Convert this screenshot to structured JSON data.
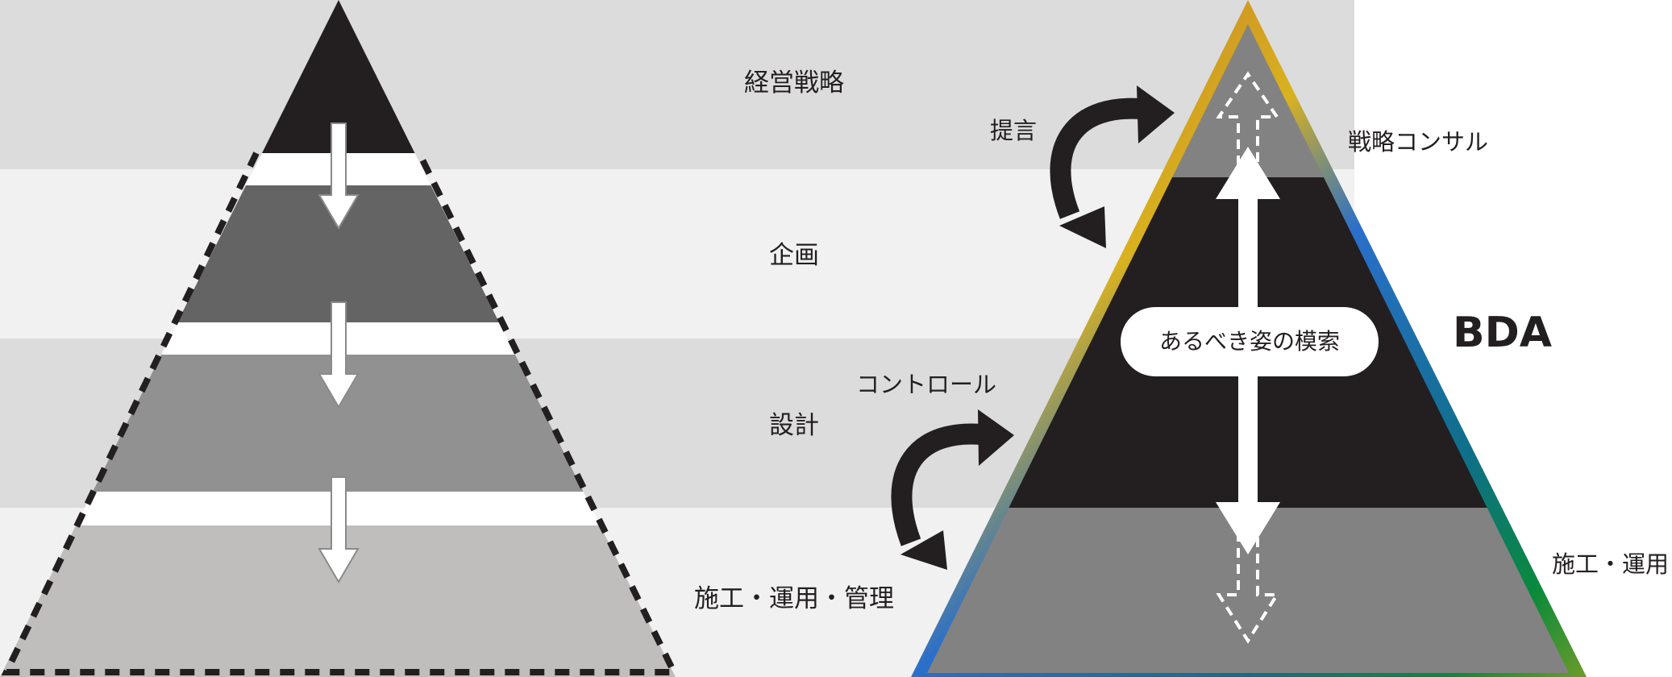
{
  "bands": [
    {
      "label": "経営戦略",
      "color": "#dcdcdc"
    },
    {
      "label": "企画",
      "color": "#f1f1f1"
    },
    {
      "label": "設計",
      "color": "#dcdcdc"
    },
    {
      "label": "施工・運用・管理",
      "color": "#f1f1f1"
    }
  ],
  "left_pyramid": {
    "tier_colors": [
      "#231f20",
      "#646464",
      "#919191",
      "#bfbebd"
    ]
  },
  "right_pyramid": {
    "tier_colors": [
      "#828282",
      "#231f20",
      "#828282"
    ],
    "brand_label": "BDA",
    "side_label_top": "戦略コンサル",
    "side_label_bottom": "施工・運用",
    "pill_label": "あるべき姿の模索",
    "gradient_colors": [
      "#b8602a",
      "#d9b21f",
      "#2a6fc9",
      "#0f6f88",
      "#0a8a3a",
      "#6c9c2a"
    ]
  },
  "cycle_labels": {
    "upper": "提言",
    "lower": "コントロール"
  },
  "icons": [
    "down-arrow-icon",
    "cycle-arrow-icon",
    "double-arrow-icon"
  ]
}
